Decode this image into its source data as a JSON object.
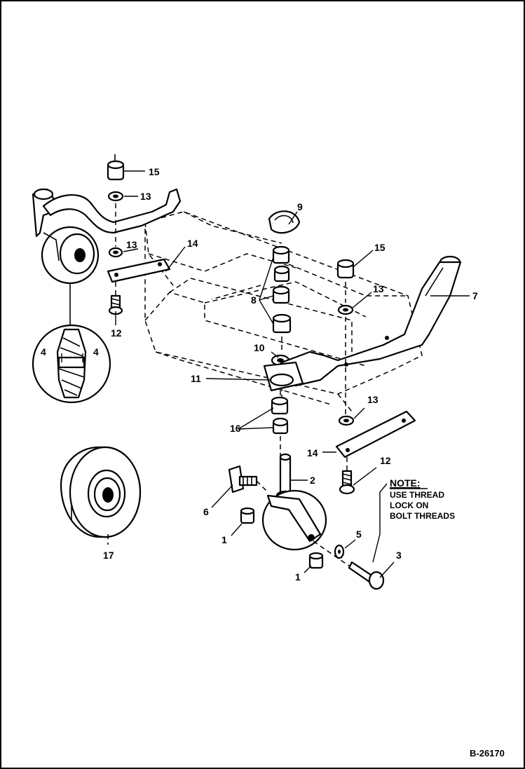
{
  "labels": {
    "l15a": "15",
    "l13a": "13",
    "l9": "9",
    "l14a": "14",
    "l13b": "13",
    "l15b": "15",
    "l13c": "13",
    "l7": "7",
    "l8": "8",
    "l12a": "12",
    "l10": "10",
    "l11": "11",
    "l4a": "4",
    "l4b": "4",
    "l13d": "13",
    "l16": "16",
    "l14b": "14",
    "l12b": "12",
    "l2": "2",
    "l6": "6",
    "l1a": "1",
    "l5": "5",
    "l3": "3",
    "l1b": "1",
    "l17": "17"
  },
  "note": {
    "title": "NOTE:",
    "line1": "USE THREAD",
    "line2": "LOCK ON",
    "line3": "BOLT THREADS"
  },
  "drawing_code": "B-26170"
}
